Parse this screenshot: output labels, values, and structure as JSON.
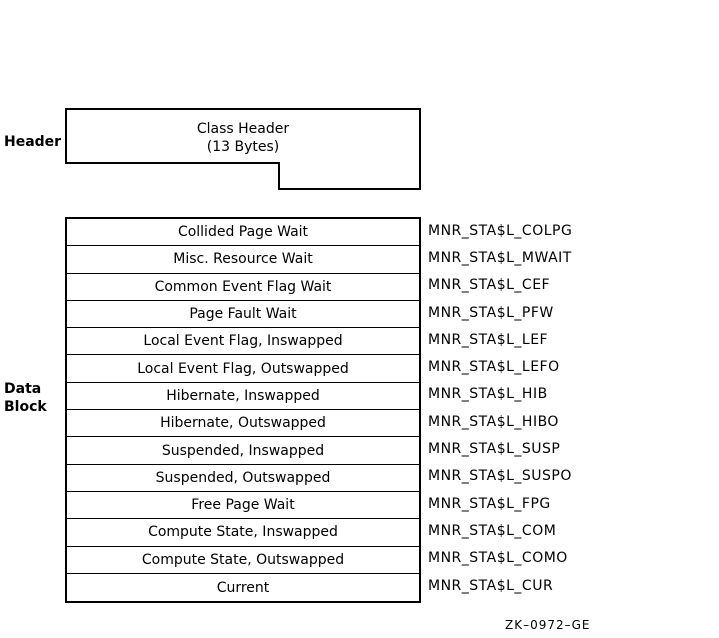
{
  "labels": {
    "header": "Header",
    "data_block": "Data\nBlock"
  },
  "header_box": {
    "line1": "Class Header",
    "line2": "(13 Bytes)"
  },
  "rows": [
    {
      "description": "Collided Page Wait",
      "symbol": "MNR_STA$L_COLPG"
    },
    {
      "description": "Misc. Resource Wait",
      "symbol": "MNR_STA$L_MWAIT"
    },
    {
      "description": "Common Event Flag Wait",
      "symbol": "MNR_STA$L_CEF"
    },
    {
      "description": "Page Fault Wait",
      "symbol": "MNR_STA$L_PFW"
    },
    {
      "description": "Local Event Flag, Inswapped",
      "symbol": "MNR_STA$L_LEF"
    },
    {
      "description": "Local Event Flag, Outswapped",
      "symbol": "MNR_STA$L_LEFO"
    },
    {
      "description": "Hibernate, Inswapped",
      "symbol": "MNR_STA$L_HIB"
    },
    {
      "description": "Hibernate, Outswapped",
      "symbol": "MNR_STA$L_HIBO"
    },
    {
      "description": "Suspended, Inswapped",
      "symbol": "MNR_STA$L_SUSP"
    },
    {
      "description": "Suspended, Outswapped",
      "symbol": "MNR_STA$L_SUSPO"
    },
    {
      "description": "Free Page Wait",
      "symbol": "MNR_STA$L_FPG"
    },
    {
      "description": "Compute State, Inswapped",
      "symbol": "MNR_STA$L_COM"
    },
    {
      "description": "Compute State, Outswapped",
      "symbol": "MNR_STA$L_COMO"
    },
    {
      "description": "Current",
      "symbol": "MNR_STA$L_CUR"
    }
  ],
  "figure_ref": "ZK–0972–GE"
}
